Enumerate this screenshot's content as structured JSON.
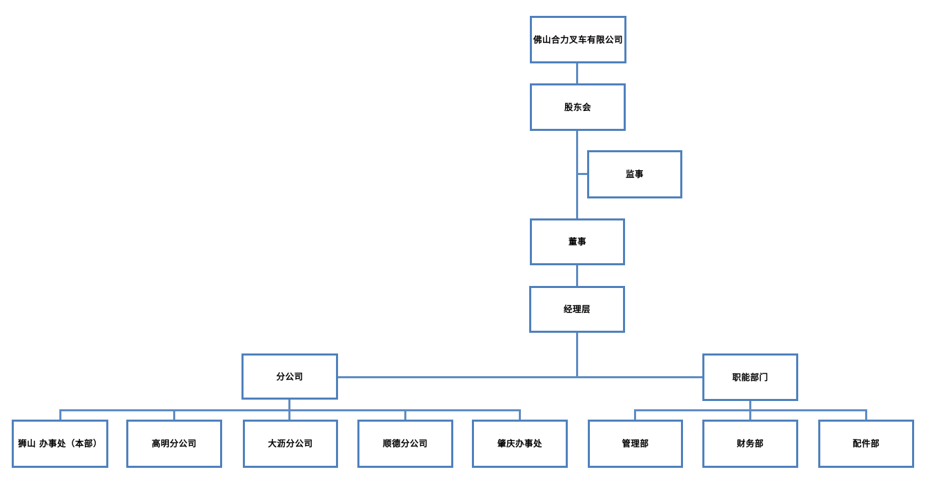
{
  "diagram": {
    "type": "organization-chart",
    "background": "#ffffff",
    "box_border_color": "#4f81bd",
    "connector_color": "#5e8cc3",
    "text_color": "#000000",
    "nodes": {
      "company": {
        "label": "佛山合力叉车有限公司",
        "parent": null
      },
      "shareholders": {
        "label": "股东会",
        "parent": "company"
      },
      "supervisor": {
        "label": "监事",
        "parent": "shareholders"
      },
      "director": {
        "label": "董事",
        "parent": "shareholders"
      },
      "management": {
        "label": "经理层",
        "parent": "director"
      },
      "branches": {
        "label": "分公司",
        "parent": "management"
      },
      "functional": {
        "label": "职能部门",
        "parent": "management"
      },
      "shishan": {
        "label": "狮山 办事处（本部）",
        "parent": "branches"
      },
      "gaoming": {
        "label": "高明分公司",
        "parent": "branches"
      },
      "dali": {
        "label": "大沥分公司",
        "parent": "branches"
      },
      "shunde": {
        "label": "顺德分公司",
        "parent": "branches"
      },
      "zhaoqing": {
        "label": "肇庆办事处",
        "parent": "branches"
      },
      "admin": {
        "label": "管理部",
        "parent": "functional"
      },
      "finance": {
        "label": "财务部",
        "parent": "functional"
      },
      "parts": {
        "label": "配件部",
        "parent": "functional"
      }
    }
  }
}
